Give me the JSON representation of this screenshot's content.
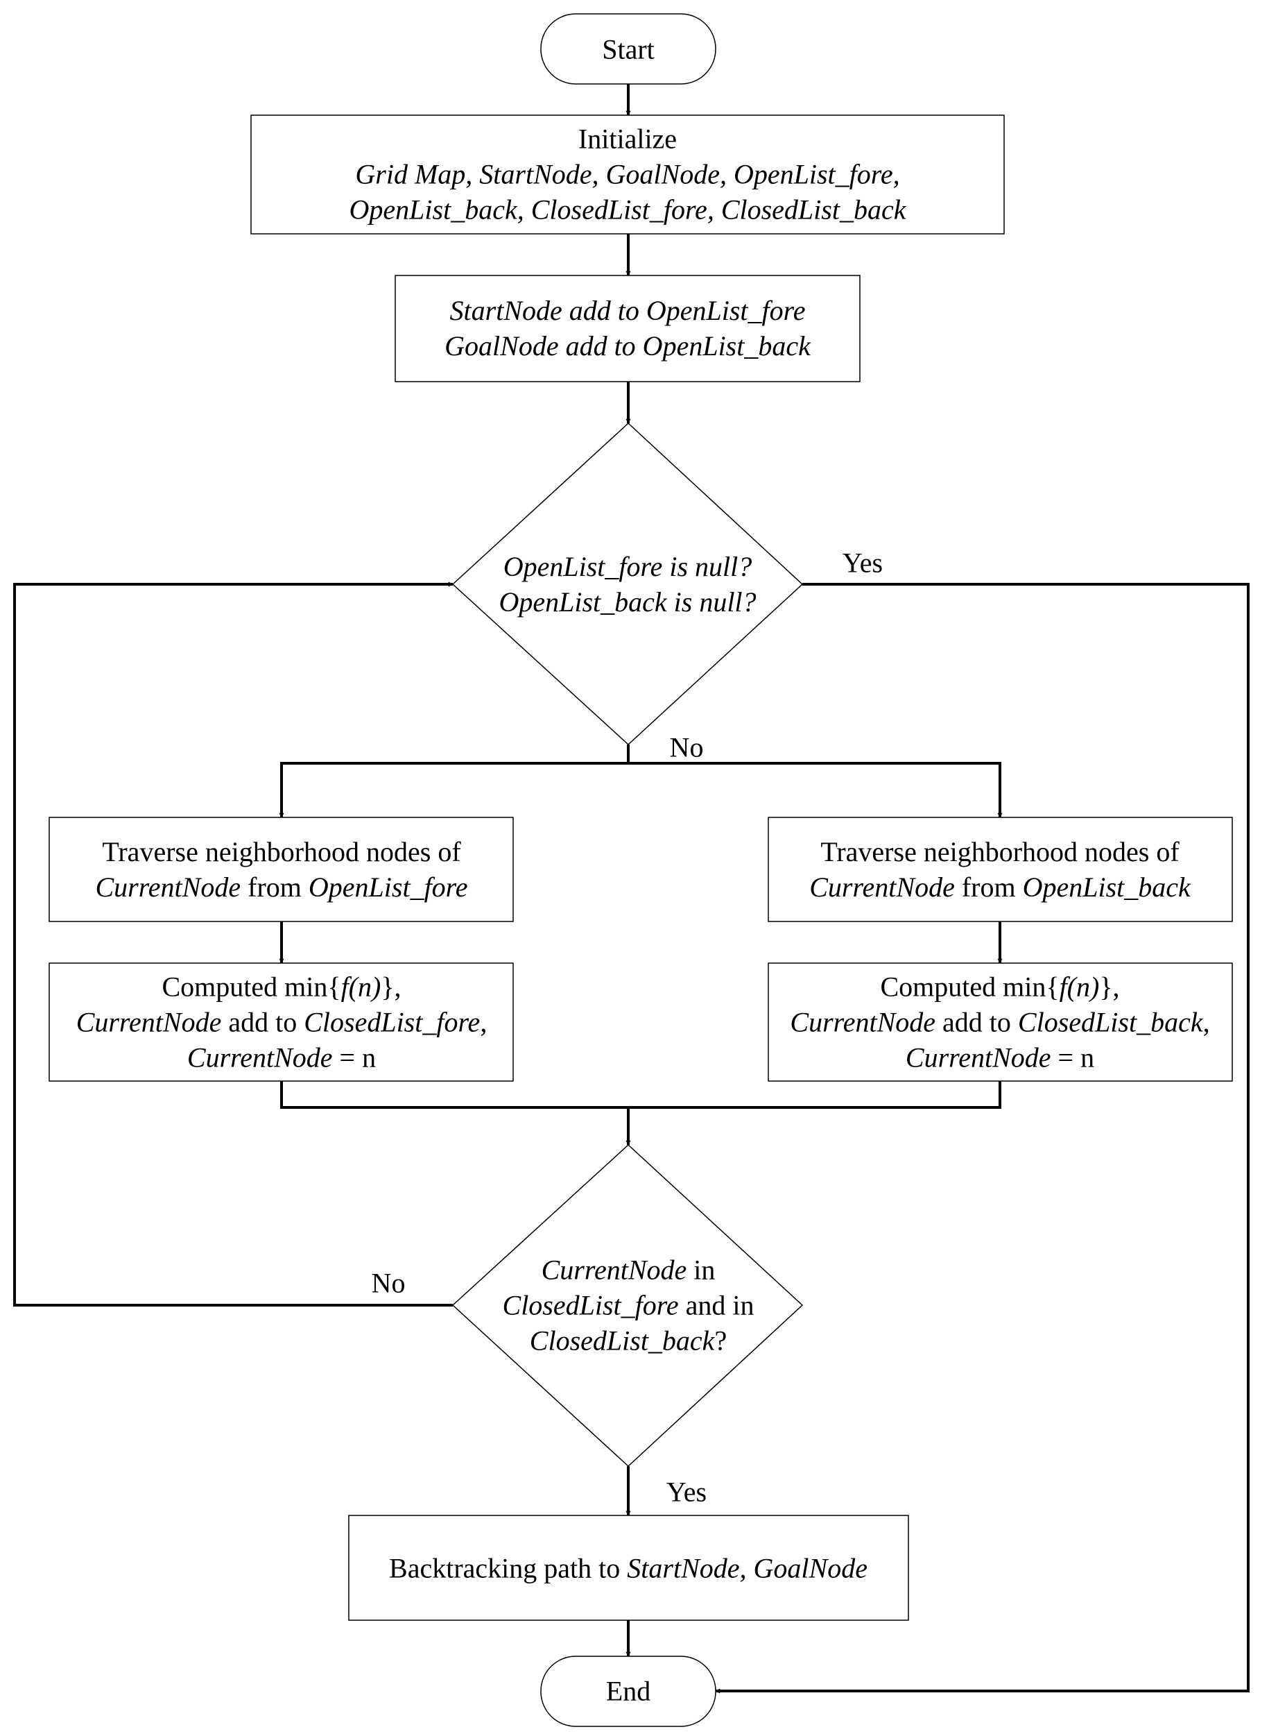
{
  "nodes": {
    "start": {
      "text": "Start"
    },
    "init": {
      "title": "Initialize",
      "line2": "Grid Map, StartNode, GoalNode, OpenList_fore,",
      "line3": "OpenList_back, ClosedList_fore, ClosedList_back"
    },
    "add": {
      "line1": "StartNode add to OpenList_fore",
      "line2": "GoalNode add to OpenList_back"
    },
    "check_null": {
      "line1": "OpenList_fore is null?",
      "line2": "OpenList_back is null?"
    },
    "traverse_fore": {
      "line1": "Traverse neighborhood nodes of",
      "node": "CurrentNode",
      "from": " from ",
      "list": "OpenList_fore"
    },
    "traverse_back": {
      "line1": "Traverse neighborhood nodes of",
      "node": "CurrentNode",
      "from": " from ",
      "list": "OpenList_back"
    },
    "compute_fore": {
      "computed": "Computed min{",
      "func": "f(n)",
      "close": "},",
      "node": "CurrentNode",
      "add_to": " add to ",
      "list": "ClosedList_fore",
      "comma": ",",
      "node2": "CurrentNode",
      "equals": " = n"
    },
    "compute_back": {
      "computed": "Computed min{",
      "func": "f(n)",
      "close": "},",
      "node": "CurrentNode",
      "add_to": " add to ",
      "list": "ClosedList_back",
      "comma": ",",
      "node2": "CurrentNode",
      "equals": " = n"
    },
    "check_closed": {
      "node": "CurrentNode",
      "in": " in",
      "list1": "ClosedList_fore",
      "and_in": " and in",
      "list2": "ClosedList_back",
      "q": "?"
    },
    "backtrack": {
      "prefix": "Backtracking path to ",
      "targets": "StartNode, GoalNode"
    },
    "end": {
      "text": "End"
    }
  },
  "edge_labels": {
    "yes_null": "Yes",
    "no_null": "No",
    "no_closed": "No",
    "yes_closed": "Yes"
  }
}
